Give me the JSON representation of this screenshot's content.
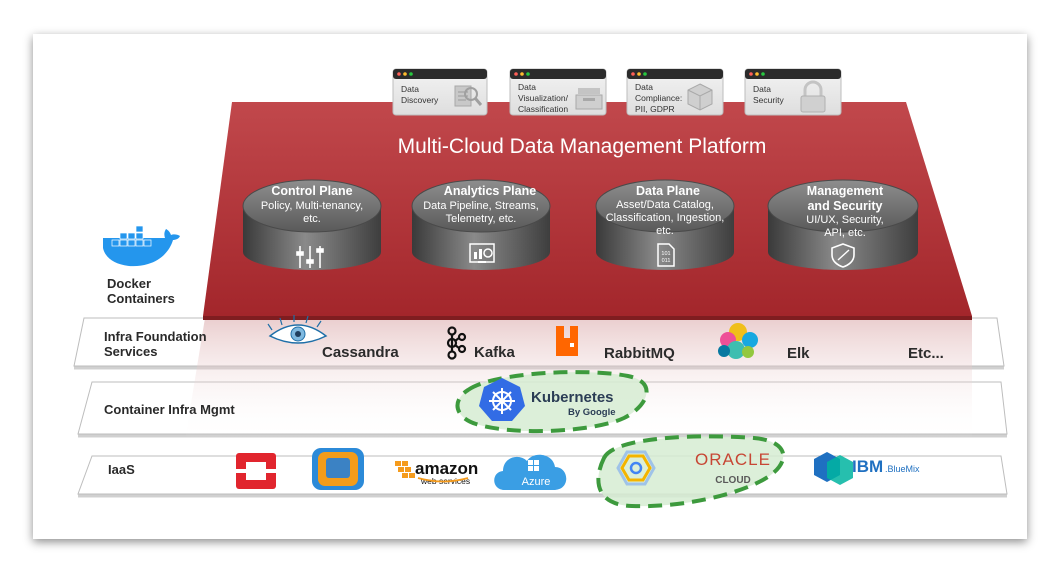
{
  "platform": {
    "title": "Multi-Cloud Data Management Platform",
    "color": "#b02a2e"
  },
  "windows": [
    {
      "line1": "Data",
      "line2": "Discovery",
      "line3": "",
      "icon": "magnifier-document-icon"
    },
    {
      "line1": "Data",
      "line2": "Visualization/",
      "line3": "Classification",
      "icon": "tray-icon"
    },
    {
      "line1": "Data",
      "line2": "Compliance:",
      "line3": "PII, GDPR",
      "icon": "cubes-icon"
    },
    {
      "line1": "Data",
      "line2": "Security",
      "line3": "",
      "icon": "padlock-icon"
    }
  ],
  "planes": [
    {
      "title1": "Control Plane",
      "title2": "",
      "sub": [
        "Policy, Multi-tenancy,",
        "etc."
      ],
      "icon": "sliders-icon"
    },
    {
      "title1": "Analytics Plane",
      "title2": "",
      "sub": [
        "Data Pipeline, Streams,",
        "Telemetry, etc."
      ],
      "icon": "dashboard-icon"
    },
    {
      "title1": "Data Plane",
      "title2": "",
      "sub": [
        "Asset/Data Catalog,",
        "Classification, Ingestion,",
        "etc."
      ],
      "icon": "binary-file-icon"
    },
    {
      "title1": "Management",
      "title2": "and Security",
      "sub": [
        "UI/UX, Security,",
        "API, etc."
      ],
      "icon": "shield-icon"
    }
  ],
  "docker": {
    "line1": "Docker",
    "line2": "Containers"
  },
  "layers": {
    "infra": {
      "line1": "Infra Foundation",
      "line2": "Services"
    },
    "container": {
      "label": "Container Infra Mgmt"
    },
    "iaas": {
      "label": "IaaS"
    }
  },
  "infra_tools": [
    "Cassandra",
    "Kafka",
    "RabbitMQ",
    "Elk",
    "Etc..."
  ],
  "kubernetes": {
    "name": "Kubernetes",
    "by": "By Google"
  },
  "iaas_providers": {
    "amazon": {
      "name": "amazon",
      "sub": "web services"
    },
    "azure": "Azure",
    "oracle": {
      "name": "ORACLE",
      "sub": "CLOUD"
    },
    "ibm": {
      "name": "IBM",
      "sub": ".BlueMix"
    }
  },
  "colors": {
    "highlight": "#3d9a3d",
    "highlight_fill": "#d6ecd2",
    "kubernetes": "#326ce5",
    "docker": "#2496ed",
    "oracle": "#c74634",
    "amazon": "#f59b1c",
    "azure": "#3a9ee4",
    "rabbitmq": "#ff6600",
    "openstack": "#e1252e"
  }
}
